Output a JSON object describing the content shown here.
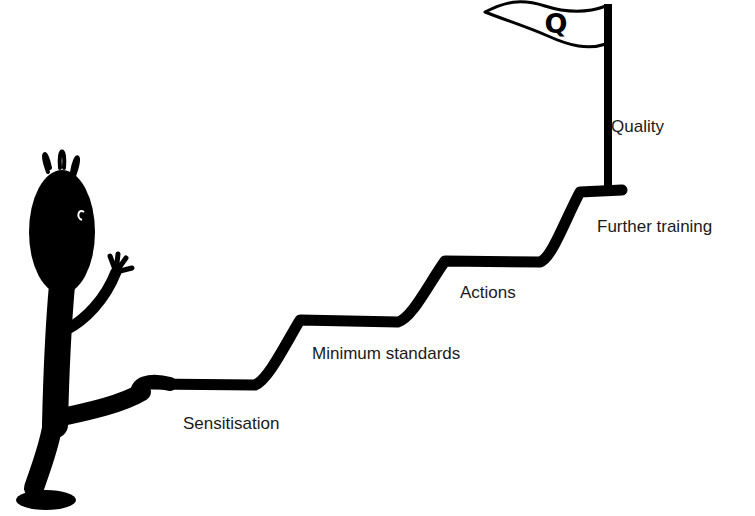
{
  "diagram": {
    "labels": [
      "Sensitisation",
      "Minimum standards",
      "Actions",
      "Further training",
      "Quality",
      "Q"
    ]
  }
}
